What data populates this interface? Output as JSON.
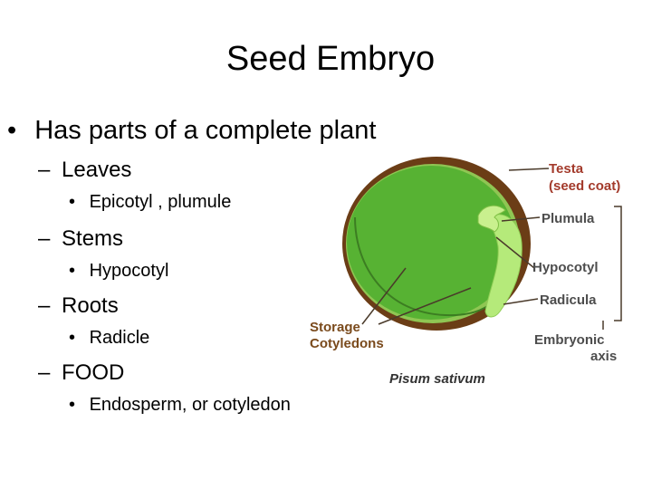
{
  "slide": {
    "title": "Seed Embryo",
    "bullets": [
      {
        "marker": "•",
        "text": "Has parts of a complete plant"
      },
      {
        "marker": "–",
        "text": "Leaves"
      },
      {
        "marker": "•",
        "text": "Epicotyl , plumule"
      },
      {
        "marker": "–",
        "text": "Stems"
      },
      {
        "marker": "•",
        "text": "Hypocotyl"
      },
      {
        "marker": "–",
        "text": "Roots"
      },
      {
        "marker": "•",
        "text": "Radicle"
      },
      {
        "marker": "–",
        "text": "FOOD"
      },
      {
        "marker": "•",
        "text": "Endosperm, or cotyledon"
      }
    ]
  },
  "diagram": {
    "labels": {
      "testa_line1": "Testa",
      "testa_line2": "(seed coat)",
      "plumula": "Plumula",
      "hypocotyl": "Hypocotyl",
      "radicula": "Radicula",
      "embryonic_line1": "Embryonic",
      "embryonic_line2": "axis",
      "storage_line1": "Storage",
      "storage_line2": "Cotyledons",
      "species": "Pisum sativum"
    },
    "colors": {
      "seed_coat": "#6b3d16",
      "cotyledon": "#57b233",
      "embryo": "#b5ea7a",
      "label_red": "#a33a2b",
      "label_brown": "#7a4a1c"
    }
  }
}
